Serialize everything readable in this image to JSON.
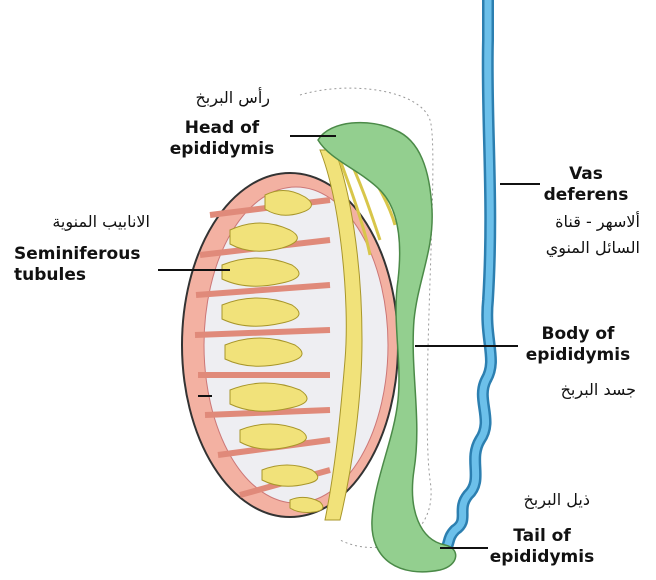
{
  "labels": {
    "head": {
      "en_line1": "Head of",
      "en_line2": "epididymis",
      "ar": "رأس البربخ"
    },
    "seminiferous": {
      "en_line1": "Seminiferous",
      "en_line2": "tubules",
      "ar": "الانابيب المنوية"
    },
    "vas": {
      "en_line1": "Vas",
      "en_line2": "deferens",
      "ar_line1": "ألاسهر - قناة",
      "ar_line2": "السائل المنوي"
    },
    "body": {
      "en_line1": "Body of",
      "en_line2": "epididymis",
      "ar": "جسد البربخ"
    },
    "tail": {
      "en_line1": "Tail of",
      "en_line2": "epididymis",
      "ar": "ذيل البربخ"
    }
  },
  "colors": {
    "vas": "#4aa8d8",
    "epididymis": "#8ccf8a",
    "tubules": "#f0e070",
    "tunica": "#f0a89a",
    "outline": "#333333"
  }
}
